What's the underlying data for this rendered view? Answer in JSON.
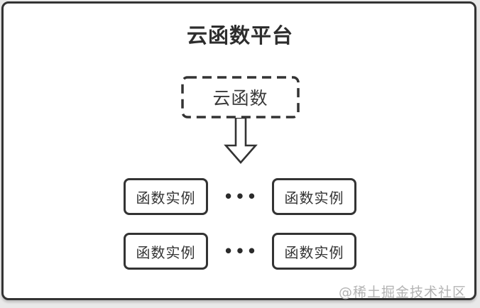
{
  "diagram": {
    "title": "云函数平台",
    "root_node": {
      "label": "云函数"
    },
    "ellipsis": "•••",
    "instance_nodes": [
      {
        "label": "函数实例"
      },
      {
        "label": "函数实例"
      },
      {
        "label": "函数实例"
      },
      {
        "label": "函数实例"
      }
    ],
    "watermark": "@稀土掘金技术社区",
    "colors": {
      "border": "#333333",
      "background": "#ffffff",
      "page_background": "#e9e9e9",
      "watermark": "#b3b3b3",
      "text": "#2d2d2d"
    }
  }
}
